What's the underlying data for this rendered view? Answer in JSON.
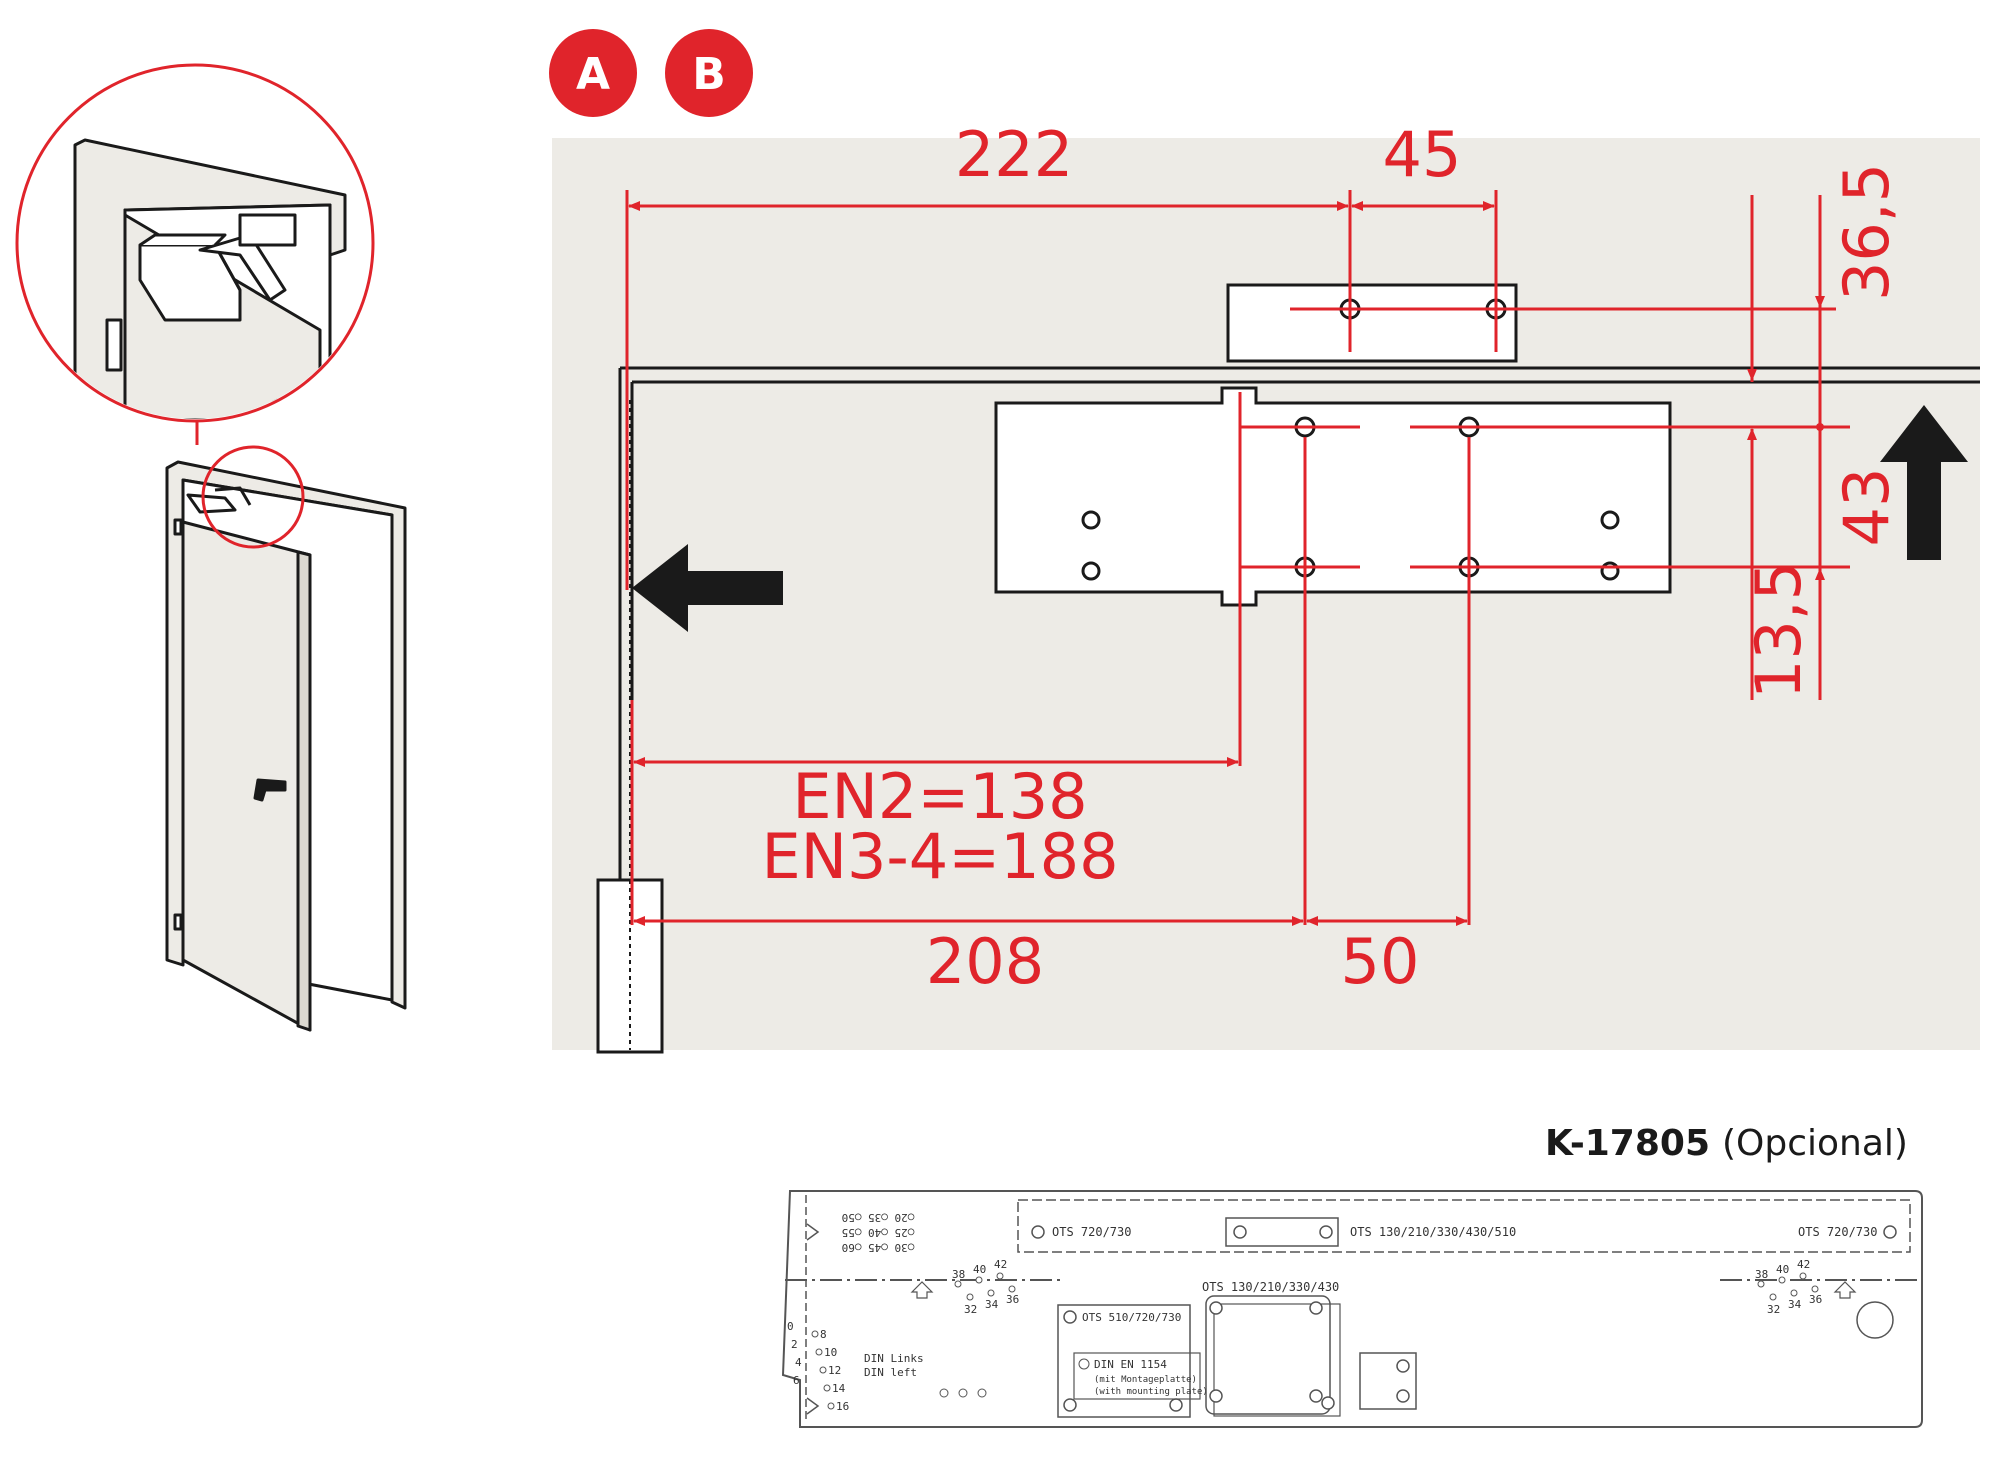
{
  "badges": {
    "a": "A",
    "b": "B"
  },
  "dimensions": {
    "d222": "222",
    "d45": "45",
    "d36_5": "36,5",
    "d43": "43",
    "d13_5": "13,5",
    "en2": "EN2=138",
    "en3_4": "EN3-4=188",
    "d208": "208",
    "d50": "50"
  },
  "template": {
    "code": "K-17805",
    "optional": "(Opcional)",
    "ots_720_730_left": "OTS  720/730",
    "ots_130_510": "OTS  130/210/330/430/510",
    "ots_720_730_right": "OTS  720/730",
    "ots_130_430": "OTS  130/210/330/430",
    "ots_510_730": "OTS  510/720/730",
    "din_en": "DIN  EN  1154",
    "mit_plate": "(mit  Montageplatte)",
    "with_plate": "(with  mounting  plate)",
    "din_links": "DIN  Links",
    "din_left": "DIN  left",
    "mirror_row1": "○20  ○35  ○50",
    "mirror_row2": "○25  ○40  ○55",
    "mirror_row3": "○30  ○45  ○60",
    "hole_nums_top_left": [
      "38",
      "40",
      "42"
    ],
    "hole_nums_bot_left": [
      "32",
      "34",
      "36"
    ],
    "hole_nums_top_right": [
      "38",
      "40",
      "42"
    ],
    "hole_nums_bot_right": [
      "32",
      "34",
      "36"
    ],
    "side_left_nums": [
      "0",
      "2",
      "4",
      "6"
    ],
    "side_right_nums": [
      "8",
      "10",
      "12",
      "14",
      "16"
    ]
  },
  "colors": {
    "accent": "#e0242b",
    "wall": "#edebe6",
    "line": "#1a1a1a"
  }
}
